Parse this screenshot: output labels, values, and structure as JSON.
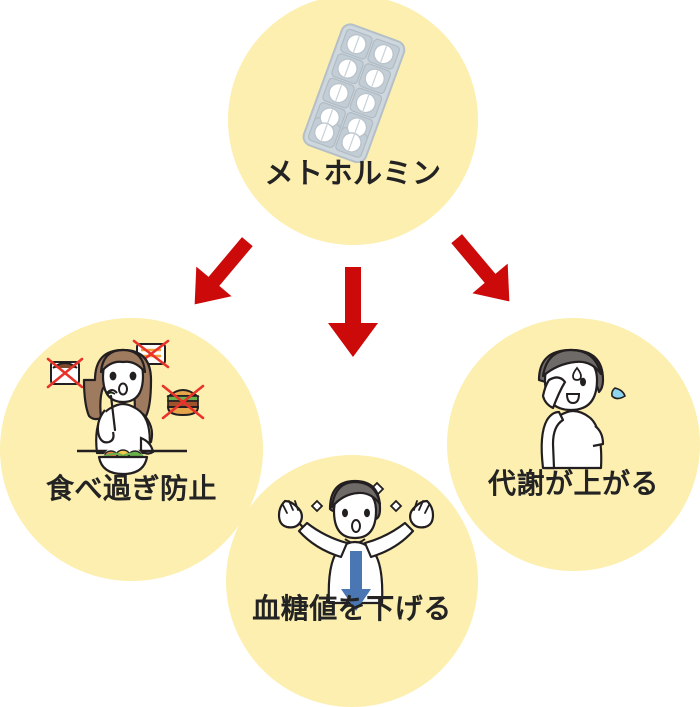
{
  "diagram": {
    "title_concept": "metformin-effects",
    "background_color": "#ffffff",
    "node_fill": "#fcefaf",
    "arrow_color": "#cc0a0a",
    "blue_arrow_color": "#4a77b4",
    "text_color": "#232323"
  },
  "nodes": {
    "source": {
      "label": "メトホルミン",
      "icon": "pill-blister-pack-icon"
    },
    "effect_left": {
      "label": "食べ過ぎ防止",
      "icon": "woman-eating-salad-icon"
    },
    "effect_center": {
      "label": "血糖値を下げる",
      "icon": "person-arms-raised-down-arrow-icon"
    },
    "effect_right": {
      "label": "代謝が上がる",
      "icon": "person-wiping-sweat-icon"
    }
  },
  "arrows": [
    {
      "name": "arrow-to-overeating",
      "direction": "down-left",
      "color": "#cc0a0a"
    },
    {
      "name": "arrow-to-bloodsugar",
      "direction": "down",
      "color": "#cc0a0a"
    },
    {
      "name": "arrow-to-metabolism",
      "direction": "down-right",
      "color": "#cc0a0a"
    }
  ]
}
